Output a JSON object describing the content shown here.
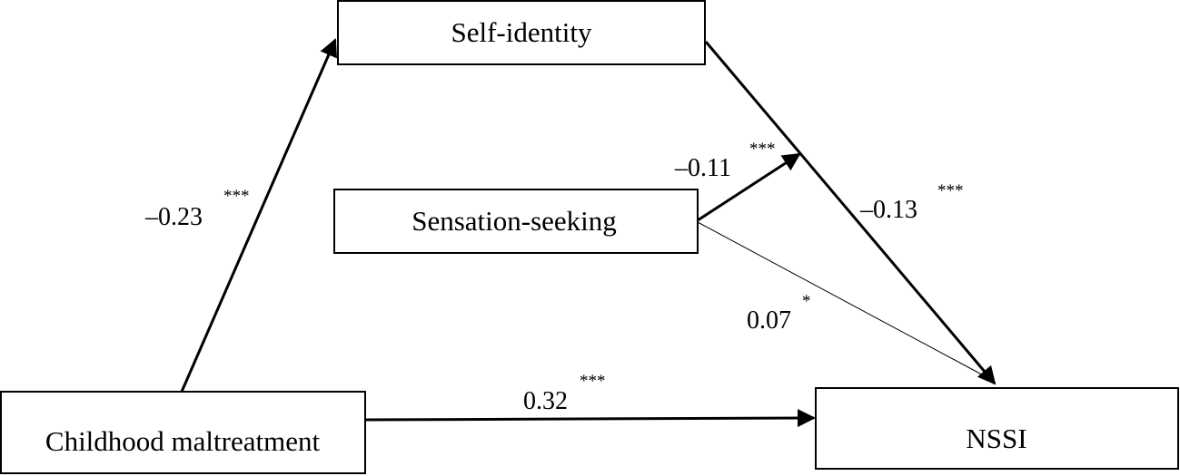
{
  "nodes": {
    "self_identity": "Self-identity",
    "sensation_seeking": "Sensation-seeking",
    "childhood_maltreatment": "Childhood maltreatment",
    "nssi": "NSSI"
  },
  "paths": {
    "maltreatment_to_identity": {
      "coef": "–0.23",
      "sig": "***"
    },
    "identity_to_nssi": {
      "coef": "–0.13",
      "sig": "***"
    },
    "sensation_moderation": {
      "coef": "–0.11",
      "sig": "***"
    },
    "sensation_to_nssi": {
      "coef": "0.07",
      "sig": "*"
    },
    "maltreatment_to_nssi": {
      "coef": "0.32",
      "sig": "***"
    }
  }
}
